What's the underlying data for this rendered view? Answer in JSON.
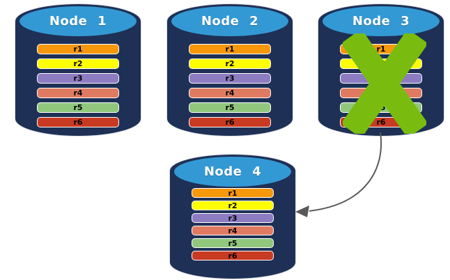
{
  "diagram": {
    "background_color": "#FFFFFF",
    "colors": {
      "cylinder_body": "#1E3055",
      "cylinder_top": "#3399D4",
      "node_label_text": "#FFFFFF",
      "record_text": "#000000",
      "record_border": "#FFFFFF",
      "failure_x": "#79BC0F",
      "arrow": "#595959"
    },
    "record_colors": {
      "r1": "#F7980A",
      "r2": "#FFFF00",
      "r3": "#8E7CC3",
      "r4": "#E07B61",
      "r5": "#90C77D",
      "r6": "#C93A22"
    },
    "nodes": [
      {
        "label": "Node 1",
        "failed": false,
        "records": [
          "r1",
          "r2",
          "r3",
          "r4",
          "r5",
          "r6"
        ]
      },
      {
        "label": "Node 2",
        "failed": false,
        "records": [
          "r1",
          "r2",
          "r3",
          "r4",
          "r5",
          "r6"
        ]
      },
      {
        "label": "Node 3",
        "failed": true,
        "records": [
          "r1",
          "r2",
          "r3",
          "r4",
          "r5",
          "r6"
        ]
      },
      {
        "label": "Node 4",
        "failed": false,
        "records": [
          "r1",
          "r2",
          "r3",
          "r4",
          "r5",
          "r6"
        ]
      }
    ],
    "arrow": {
      "from": "Node 3",
      "to": "Node 4"
    }
  }
}
